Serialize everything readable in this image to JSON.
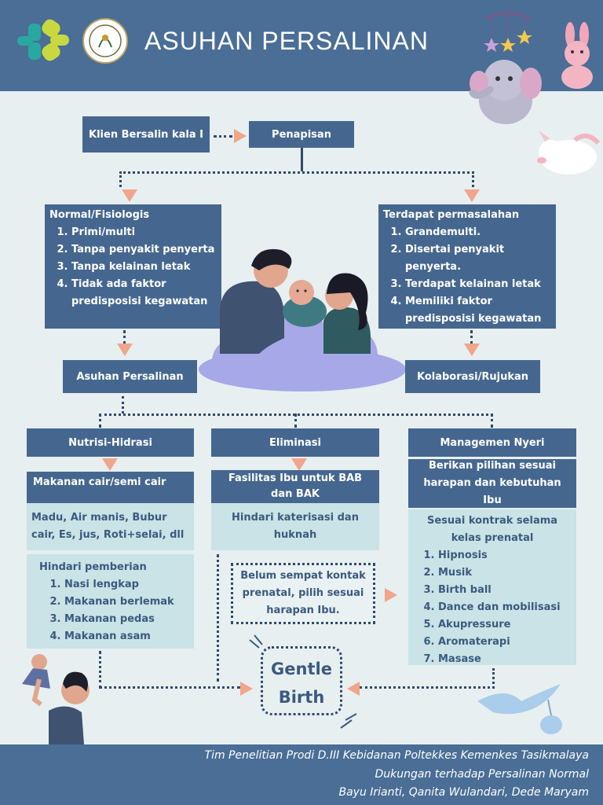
{
  "header": {
    "title": "ASUHAN PERSALINAN"
  },
  "flow": {
    "klien": "Klien Bersalin kala I",
    "penapisan": "Penapisan",
    "normal": {
      "title": "Normal/Fisiologis",
      "items": [
        "Primi/multi",
        "Tanpa penyakit penyerta",
        "Tanpa kelainan letak",
        "Tidak ada faktor predisposisi kegawatan"
      ]
    },
    "masalah": {
      "title": "Terdapat permasalahan",
      "items": [
        "Grandemulti.",
        "Disertai penyakit penyerta.",
        "Terdapat kelainan letak",
        "Memiliki faktor predisposisi kegawatan"
      ]
    },
    "asuhan": "Asuhan Persalinan",
    "kolaborasi": "Kolaborasi/Rujukan"
  },
  "nutrisi": {
    "title": "Nutrisi-Hidrasi",
    "sub": "Makanan cair/semi cair",
    "examples": "Madu, Air manis, Bubur cair, Es, jus, Roti+selai, dll",
    "avoid_title": "Hindari pemberian",
    "avoid_items": [
      "Nasi lengkap",
      "Makanan berlemak",
      "Makanan pedas",
      "Makanan asam"
    ]
  },
  "eliminasi": {
    "title": "Eliminasi",
    "sub": "Fasilitas Ibu untuk BAB dan BAK",
    "note": "Hindari katerisasi dan huknah",
    "dotted": "Belum sempat kontak prenatal, pilih sesuai harapan Ibu."
  },
  "nyeri": {
    "title": "Managemen Nyeri",
    "sub": "Berikan pilihan sesuai harapan dan kebutuhan Ibu",
    "note": "Sesuai kontrak selama kelas prenatal",
    "items": [
      "Hipnosis",
      "Musik",
      "Birth ball",
      "Dance dan mobilisasi",
      "Akupressure",
      "Aromaterapi",
      "Masase"
    ]
  },
  "gentle": {
    "line1": "Gentle",
    "line2": "Birth"
  },
  "footer": {
    "line1": "Tim Penelitian Prodi D.III Kebidanan Poltekkes Kemenkes Tasikmalaya",
    "line2": "Dukungan terhadap Persalinan Normal",
    "line3": "Bayu Irianti, Qanita Wulandari, Dede Maryam"
  },
  "colors": {
    "header": "#4a6e96",
    "box": "#45678f",
    "light_box": "#c9e3e6",
    "arrow": "#f0a68a",
    "background": "#e8eff1"
  },
  "icons": [
    "kemenkes-logo",
    "poltekkes-seal",
    "baby-mobile-icon",
    "elephant-toy-icon",
    "bunny-toy-icon",
    "unicorn-toy-icon",
    "family-illustration",
    "cloud-illustration",
    "father-baby-illustration",
    "stork-icon"
  ]
}
